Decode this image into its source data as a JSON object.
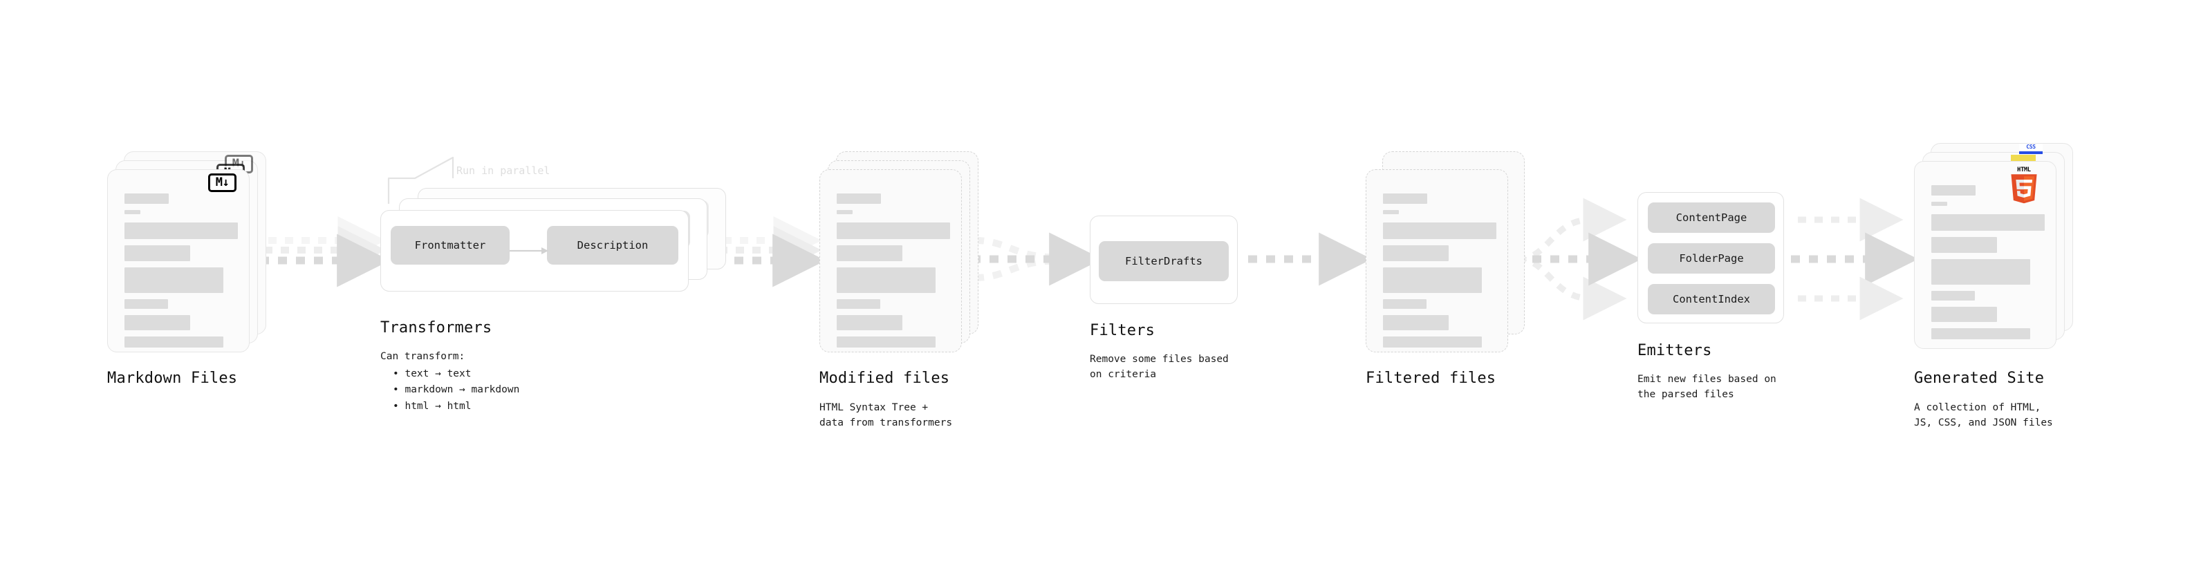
{
  "background": "#ffffff",
  "colors": {
    "text": "#111111",
    "placeholder_bar": "#dcdcdc",
    "card_border": "#e6e6e6",
    "dashed_border": "#d5d5d5",
    "chip_fill": "#d9d9d9",
    "arrow": "#d9d9d9",
    "arrow_faded": "#efefef",
    "note_text": "#dedede",
    "markdown_badge": "#000000",
    "css_badge": "#264de4",
    "js_badge": "#f0db4f",
    "html5_badge": "#e44d26"
  },
  "stages": [
    {
      "id": "markdown-files",
      "title": "Markdown Files",
      "subtitle": "",
      "badge": "markdown-icon",
      "badge_label": "M",
      "kind": "document-stack"
    },
    {
      "id": "transformers",
      "title": "Transformers",
      "subtitle": "Can transform:",
      "note": "Run in parallel",
      "kind": "plugin-stack",
      "bullets": [
        "• text → text",
        "• markdown → markdown",
        "• html → html"
      ],
      "chips": [
        "Frontmatter",
        "Description"
      ]
    },
    {
      "id": "modified-files",
      "title": "Modified files",
      "subtitle": "HTML Syntax Tree +\ndata from transformers",
      "kind": "document-stack-dashed"
    },
    {
      "id": "filters",
      "title": "Filters",
      "subtitle": "Remove some files based\non criteria",
      "kind": "plugin-box",
      "chips": [
        "FilterDrafts"
      ]
    },
    {
      "id": "filtered-files",
      "title": "Filtered files",
      "subtitle": "",
      "kind": "document-stack-dashed"
    },
    {
      "id": "emitters",
      "title": "Emitters",
      "subtitle": "Emit new files based on\nthe parsed files",
      "kind": "plugin-box",
      "chips": [
        "ContentPage",
        "FolderPage",
        "ContentIndex"
      ]
    },
    {
      "id": "generated-site",
      "title": "Generated Site",
      "subtitle": "A collection of HTML,\nJS, CSS, and JSON files",
      "kind": "document-stack",
      "badges": [
        "css-icon",
        "js-icon",
        "html5-icon"
      ],
      "badge_labels": {
        "css": "CSS",
        "html5": "HTML"
      }
    }
  ]
}
